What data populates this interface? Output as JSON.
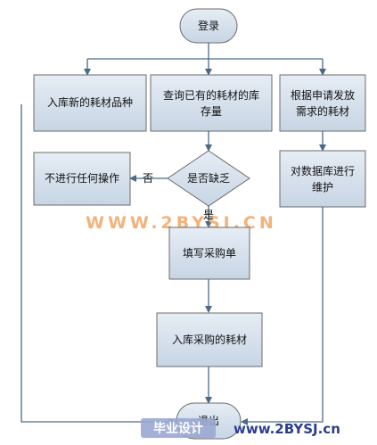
{
  "flowchart": {
    "start": "登录",
    "branch_add": "入库新的耗材品种",
    "branch_query": "查询已有的耗材的库存量",
    "branch_issue": "根据申请发放需求的耗材",
    "decision": "是否缺乏",
    "no_action": "不进行任何操作",
    "maintain_db": "对数据库进行维护",
    "fill_order": "填写采购单",
    "store_purchased": "入库采购的耗材",
    "end": "退出",
    "label_no": "否",
    "label_yes": "是"
  },
  "watermark": {
    "text": "WWW.2BYSJ.CN",
    "footer_logo": "毕业设计",
    "footer_url": "www.2BYSJ.cn"
  },
  "colors": {
    "box_fill": "#d4dfeb",
    "box_border": "#6b6b6b",
    "connector": "#4a6a8a",
    "watermark": "#f3b27a",
    "footer_text": "#2b3f8f"
  }
}
